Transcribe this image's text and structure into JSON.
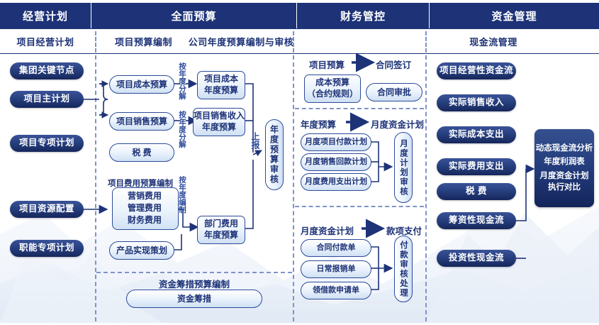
{
  "header": {
    "columns": [
      {
        "title": "经营计划",
        "sub": "项目经营计划"
      },
      {
        "title": "全面预算",
        "sub": "项目预算编制"
      },
      {
        "title": "",
        "sub": "公司年度预算编制与审核"
      },
      {
        "title": "财务管控",
        "sub": ""
      },
      {
        "title": "资金管理",
        "sub": "现金流管理"
      }
    ]
  },
  "col1": {
    "items": [
      {
        "label": "集团关键节点"
      },
      {
        "label": "项目主计划"
      },
      {
        "label": "项目专项计划"
      },
      {
        "label": "项目资源配置"
      },
      {
        "label": "职能专项计划"
      }
    ]
  },
  "col2": {
    "items": [
      {
        "label": "项目成本预算"
      },
      {
        "label": "项目销售预算"
      },
      {
        "label": "税  费"
      },
      {
        "label": "产品实现策划"
      }
    ],
    "expense_group_title": "项目费用预算编制",
    "expense_group_lines": [
      "营销费用",
      "管理费用",
      "财务费用"
    ],
    "vertical_labels": [
      "按年度分解",
      "按年度分解",
      "按年度编制"
    ],
    "funding_title": "资金筹措预算编制",
    "funding_item": "资金筹措"
  },
  "col3": {
    "items": [
      {
        "label": "项目成本\n年度预算"
      },
      {
        "label": "项目销售收入\n年度预算"
      },
      {
        "label": "部门费用\n年度预算"
      }
    ],
    "submit_label": "上报",
    "review_label": "年度预算审核"
  },
  "col4": {
    "block1": {
      "flow_from": "项目预算",
      "flow_to": "合同签订",
      "left_box": "成本预算\n（合约规则）",
      "right_box": "合同审批"
    },
    "block2": {
      "flow_from": "年度预算",
      "flow_to": "月度资金计划",
      "items": [
        "月度项目付款计划",
        "月度销售回款计划",
        "月度费用支出计划"
      ],
      "review": "月度计划审核"
    },
    "block3": {
      "flow_from": "月度资金计划",
      "flow_to": "款项支付",
      "items": [
        "合同付款单",
        "日常报销单",
        "领借款申请单"
      ],
      "review": "付款审核处理"
    }
  },
  "col5": {
    "items": [
      {
        "label": "项目经营性资金流"
      },
      {
        "label": "实际销售收入"
      },
      {
        "label": "实际成本支出"
      },
      {
        "label": "实际费用支出"
      },
      {
        "label": "税  费"
      },
      {
        "label": "筹资性现金流"
      },
      {
        "label": "投资性现金流"
      }
    ],
    "analysis_box": [
      "动态现金流分析",
      "年度利润表",
      "月度资金计划\n执行对比"
    ]
  },
  "colors": {
    "header_navy": "#1d3277",
    "pill_dark_top": "#3a5298",
    "pill_dark_bottom": "#16265c",
    "pill_light_border": "#2c4a9a",
    "divider_dash": "#7f93c8",
    "text_navy": "#1d3277"
  }
}
